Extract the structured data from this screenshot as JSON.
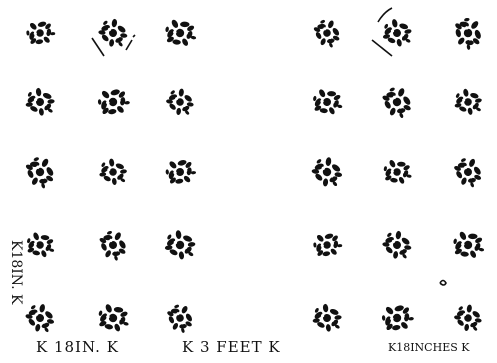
{
  "labels": {
    "bottom_left": "K 18IN. K",
    "bottom_middle": "K 3 FEET K",
    "bottom_right": "K18INCHES K",
    "left_vertical": "K18IN. K"
  },
  "plants": {
    "icon": "clover-plant-icon",
    "left_group_columns": 3,
    "right_group_columns": 3,
    "rows": 5
  },
  "colors": {
    "ink": "#111111",
    "paper": "#ffffff"
  }
}
